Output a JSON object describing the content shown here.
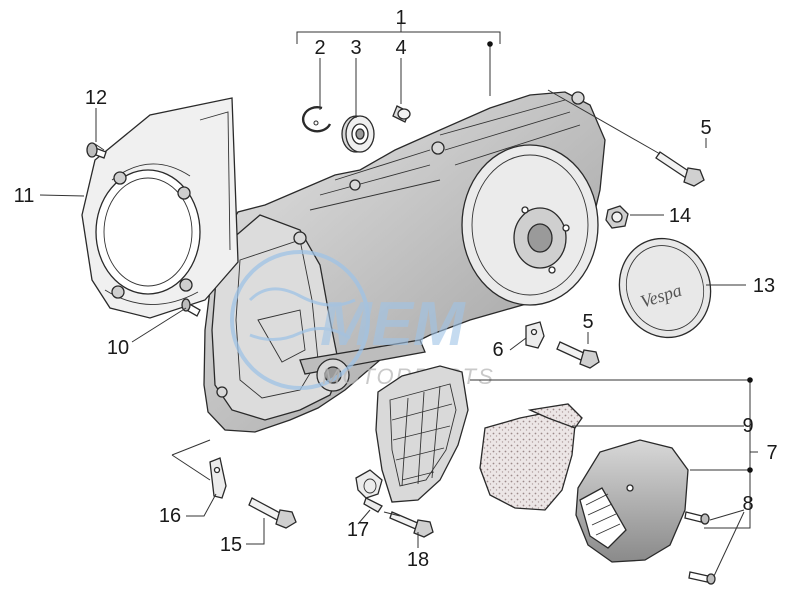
{
  "diagram": {
    "labels": {
      "p1": "1",
      "p2": "2",
      "p3": "3",
      "p4": "4",
      "p5a": "5",
      "p5b": "5",
      "p6": "6",
      "p7": "7",
      "p8": "8",
      "p9": "9",
      "p10": "10",
      "p11": "11",
      "p12": "12",
      "p13": "13",
      "p14": "14",
      "p15": "15",
      "p16": "16",
      "p17": "17",
      "p18": "18"
    },
    "watermark": {
      "text": "MOTORPARTS"
    },
    "emblem_text": "Vespa"
  },
  "colors": {
    "outline": "#2a2a2a",
    "part_fill": "#f3f3f3",
    "part_shade": "#c9c9c9",
    "watermark_blue": "#9fc3e6",
    "watermark_gray": "#b8b8b8"
  }
}
